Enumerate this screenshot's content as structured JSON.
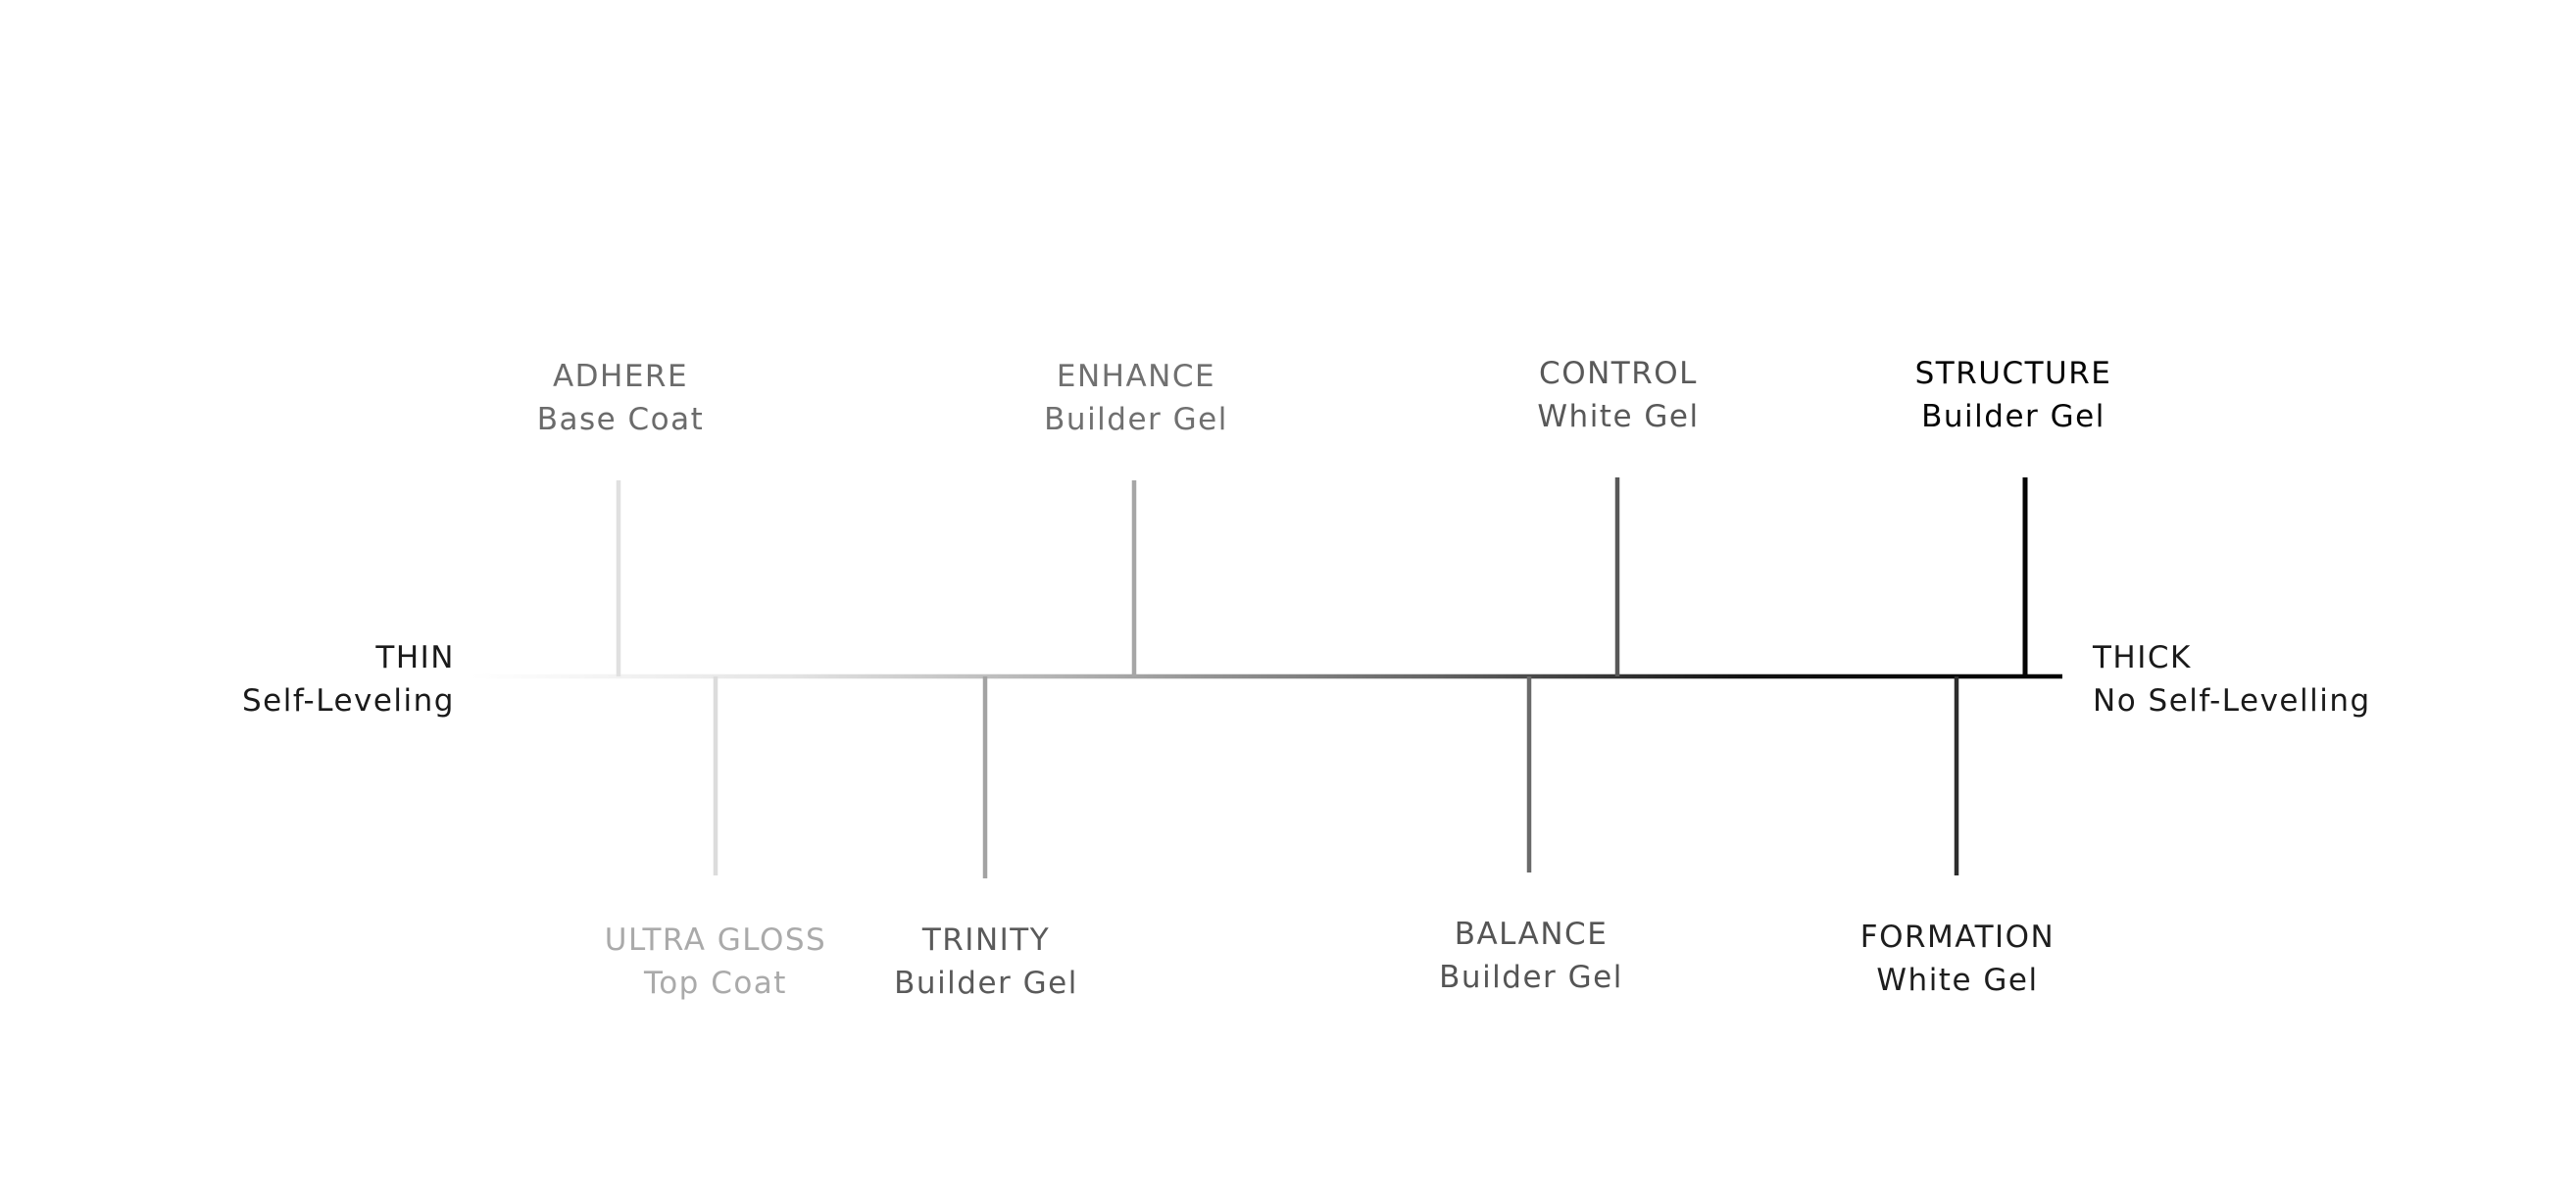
{
  "scale": {
    "thin": {
      "label": "THIN",
      "sublabel": "Self-Leveling"
    },
    "thick": {
      "label": "THICK",
      "sublabel": "No Self-Levelling"
    },
    "axis_gradient": [
      "#ffffff",
      "#e4e4e4",
      "#a9a9a9",
      "#666666",
      "#111111",
      "#000000"
    ]
  },
  "products": [
    {
      "name": "ADHERE",
      "type": "Base Coat",
      "side": "above",
      "color": "#e0e0e0",
      "text_color": "#6b6b6b"
    },
    {
      "name": "ULTRA GLOSS",
      "type": "Top Coat",
      "side": "below",
      "color": "#dcdcdc",
      "text_color": "#aaaaaa"
    },
    {
      "name": "TRINITY",
      "type": "Builder Gel",
      "side": "below",
      "color": "#a3a3a3",
      "text_color": "#5a5a5a"
    },
    {
      "name": "ENHANCE",
      "type": "Builder Gel",
      "side": "above",
      "color": "#a6a6a6",
      "text_color": "#707070"
    },
    {
      "name": "BALANCE",
      "type": "Builder Gel",
      "side": "below",
      "color": "#6a6a6a",
      "text_color": "#555555"
    },
    {
      "name": "CONTROL",
      "type": "White Gel",
      "side": "above",
      "color": "#585858",
      "text_color": "#595959"
    },
    {
      "name": "FORMATION",
      "type": "White Gel",
      "side": "below",
      "color": "#2d2d2d",
      "text_color": "#1e1e1e"
    },
    {
      "name": "STRUCTURE",
      "type": "Builder Gel",
      "side": "above",
      "color": "#050505",
      "text_color": "#050505"
    }
  ]
}
